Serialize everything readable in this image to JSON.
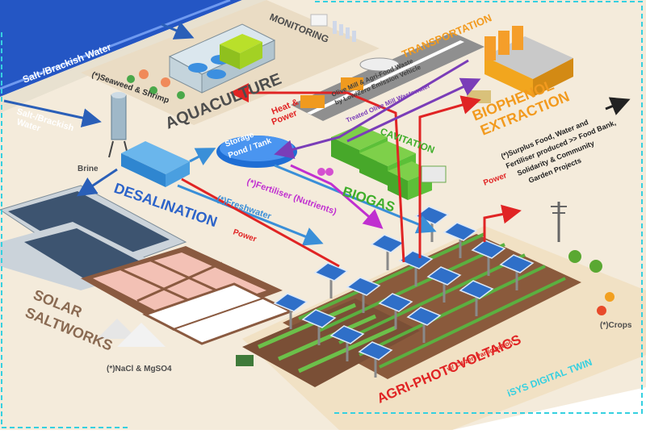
{
  "colors": {
    "sea": "#2456c4",
    "ground": "#f1e6d2",
    "blue_label": "#2c63c9",
    "orange_label": "#f29a1e",
    "dark_label": "#4d4d4d",
    "brown_label": "#8a6a52",
    "green_label": "#3fae2a",
    "red_label": "#e02424",
    "purple_flow": "#7a3db8",
    "magenta_flow": "#c02fd0",
    "cyan_border": "#35d0e0",
    "sky_flow": "#3a8fd8"
  },
  "labels": {
    "sea_title": "Salt-/Brackish Water",
    "salt_water_left_l1": "Salt-/Brackish",
    "salt_water_left_l2": "Water",
    "monitoring": "MONITORING",
    "aquaculture": "AQUACULTURE",
    "seaweed": "(*)Seaweed & Shrimp",
    "transportation": "TRANSPORTATION",
    "olive_mill_l1": "Olive Mill & Agri-Food Waste",
    "olive_mill_l2": "by Low/Zero Emission Vehicle",
    "treated_ww": "Treated Olive Mill Wastewater",
    "biophenol_l1": "BIOPHENOL",
    "biophenol_l2": "EXTRACTION",
    "heat_l1": "Heat &",
    "heat_l2": "Power",
    "storage_l1": "Storage",
    "storage_l2": "Pond / Tank",
    "cavitation": "CAVITATION",
    "biogas": "BIOGAS",
    "brine": "Brine",
    "desalination": "DESALINATION",
    "fertiliser": "(*)Fertiliser (Nutrients)",
    "freshwater": "(*)Freshwater",
    "power": "Power",
    "surplus_l1": "(*)Surplus Food, Water and",
    "surplus_l2": "Fertiliser produced >> Food Bank,",
    "surplus_l3": "Solidarity & Community",
    "surplus_l4": "Garden Projects",
    "solar_l1": "SOLAR",
    "solar_l2": "SALTWORKS",
    "nacl": "(*)NaCl & MgSO4",
    "crops": "(*)Crops",
    "agri_pv": "AGRI-PHOTOVOLTAICS",
    "citizen": "w/ Citizen Participation",
    "isys": "iSYS DIGITAL TWIN"
  }
}
